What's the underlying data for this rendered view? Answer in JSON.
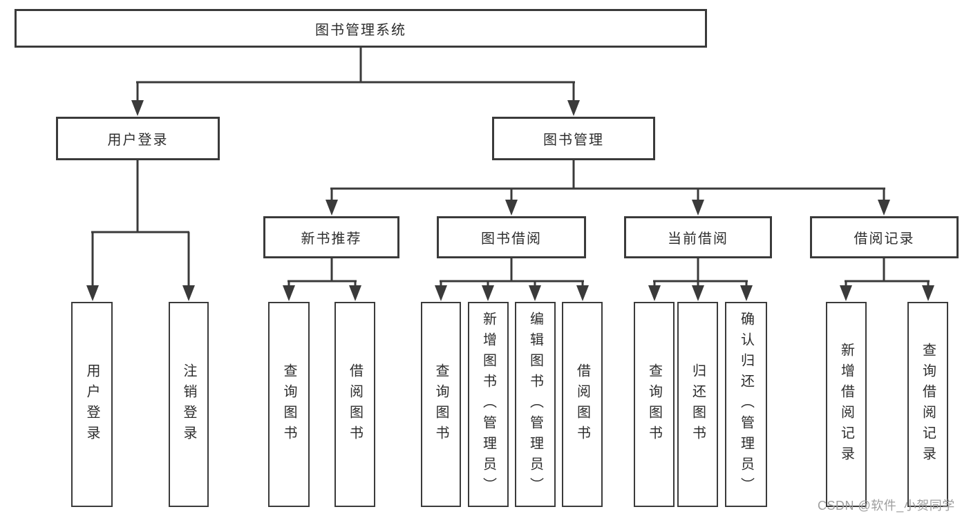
{
  "diagram": {
    "root": {
      "label": "图书管理系统"
    },
    "branches": [
      {
        "label": "用户登录",
        "children": [
          {
            "label": "用户登录"
          },
          {
            "label": "注销登录"
          }
        ]
      },
      {
        "label": "图书管理",
        "children": [
          {
            "label": "新书推荐",
            "children": [
              {
                "label": "查询图书"
              },
              {
                "label": "借阅图书"
              }
            ]
          },
          {
            "label": "图书借阅",
            "children": [
              {
                "label": "查询图书"
              },
              {
                "label": "新增图书（管理员）"
              },
              {
                "label": "编辑图书（管理员）"
              },
              {
                "label": "借阅图书"
              }
            ]
          },
          {
            "label": "当前借阅",
            "children": [
              {
                "label": "查询图书"
              },
              {
                "label": "归还图书"
              },
              {
                "label": "确认归还（管理员）"
              }
            ]
          },
          {
            "label": "借阅记录",
            "children": [
              {
                "label": "新增借阅记录"
              },
              {
                "label": "查询借阅记录"
              }
            ]
          }
        ]
      }
    ]
  },
  "watermark": {
    "text": "CSDN @软件_小贺同学"
  },
  "colors": {
    "line_color": "#3a3a3a",
    "box_border": "#3a3a3a",
    "box_fill": "#ffffff",
    "text_color": "#2d2d2d",
    "watermark_color": "#9e9e9e",
    "background": "#ffffff"
  }
}
